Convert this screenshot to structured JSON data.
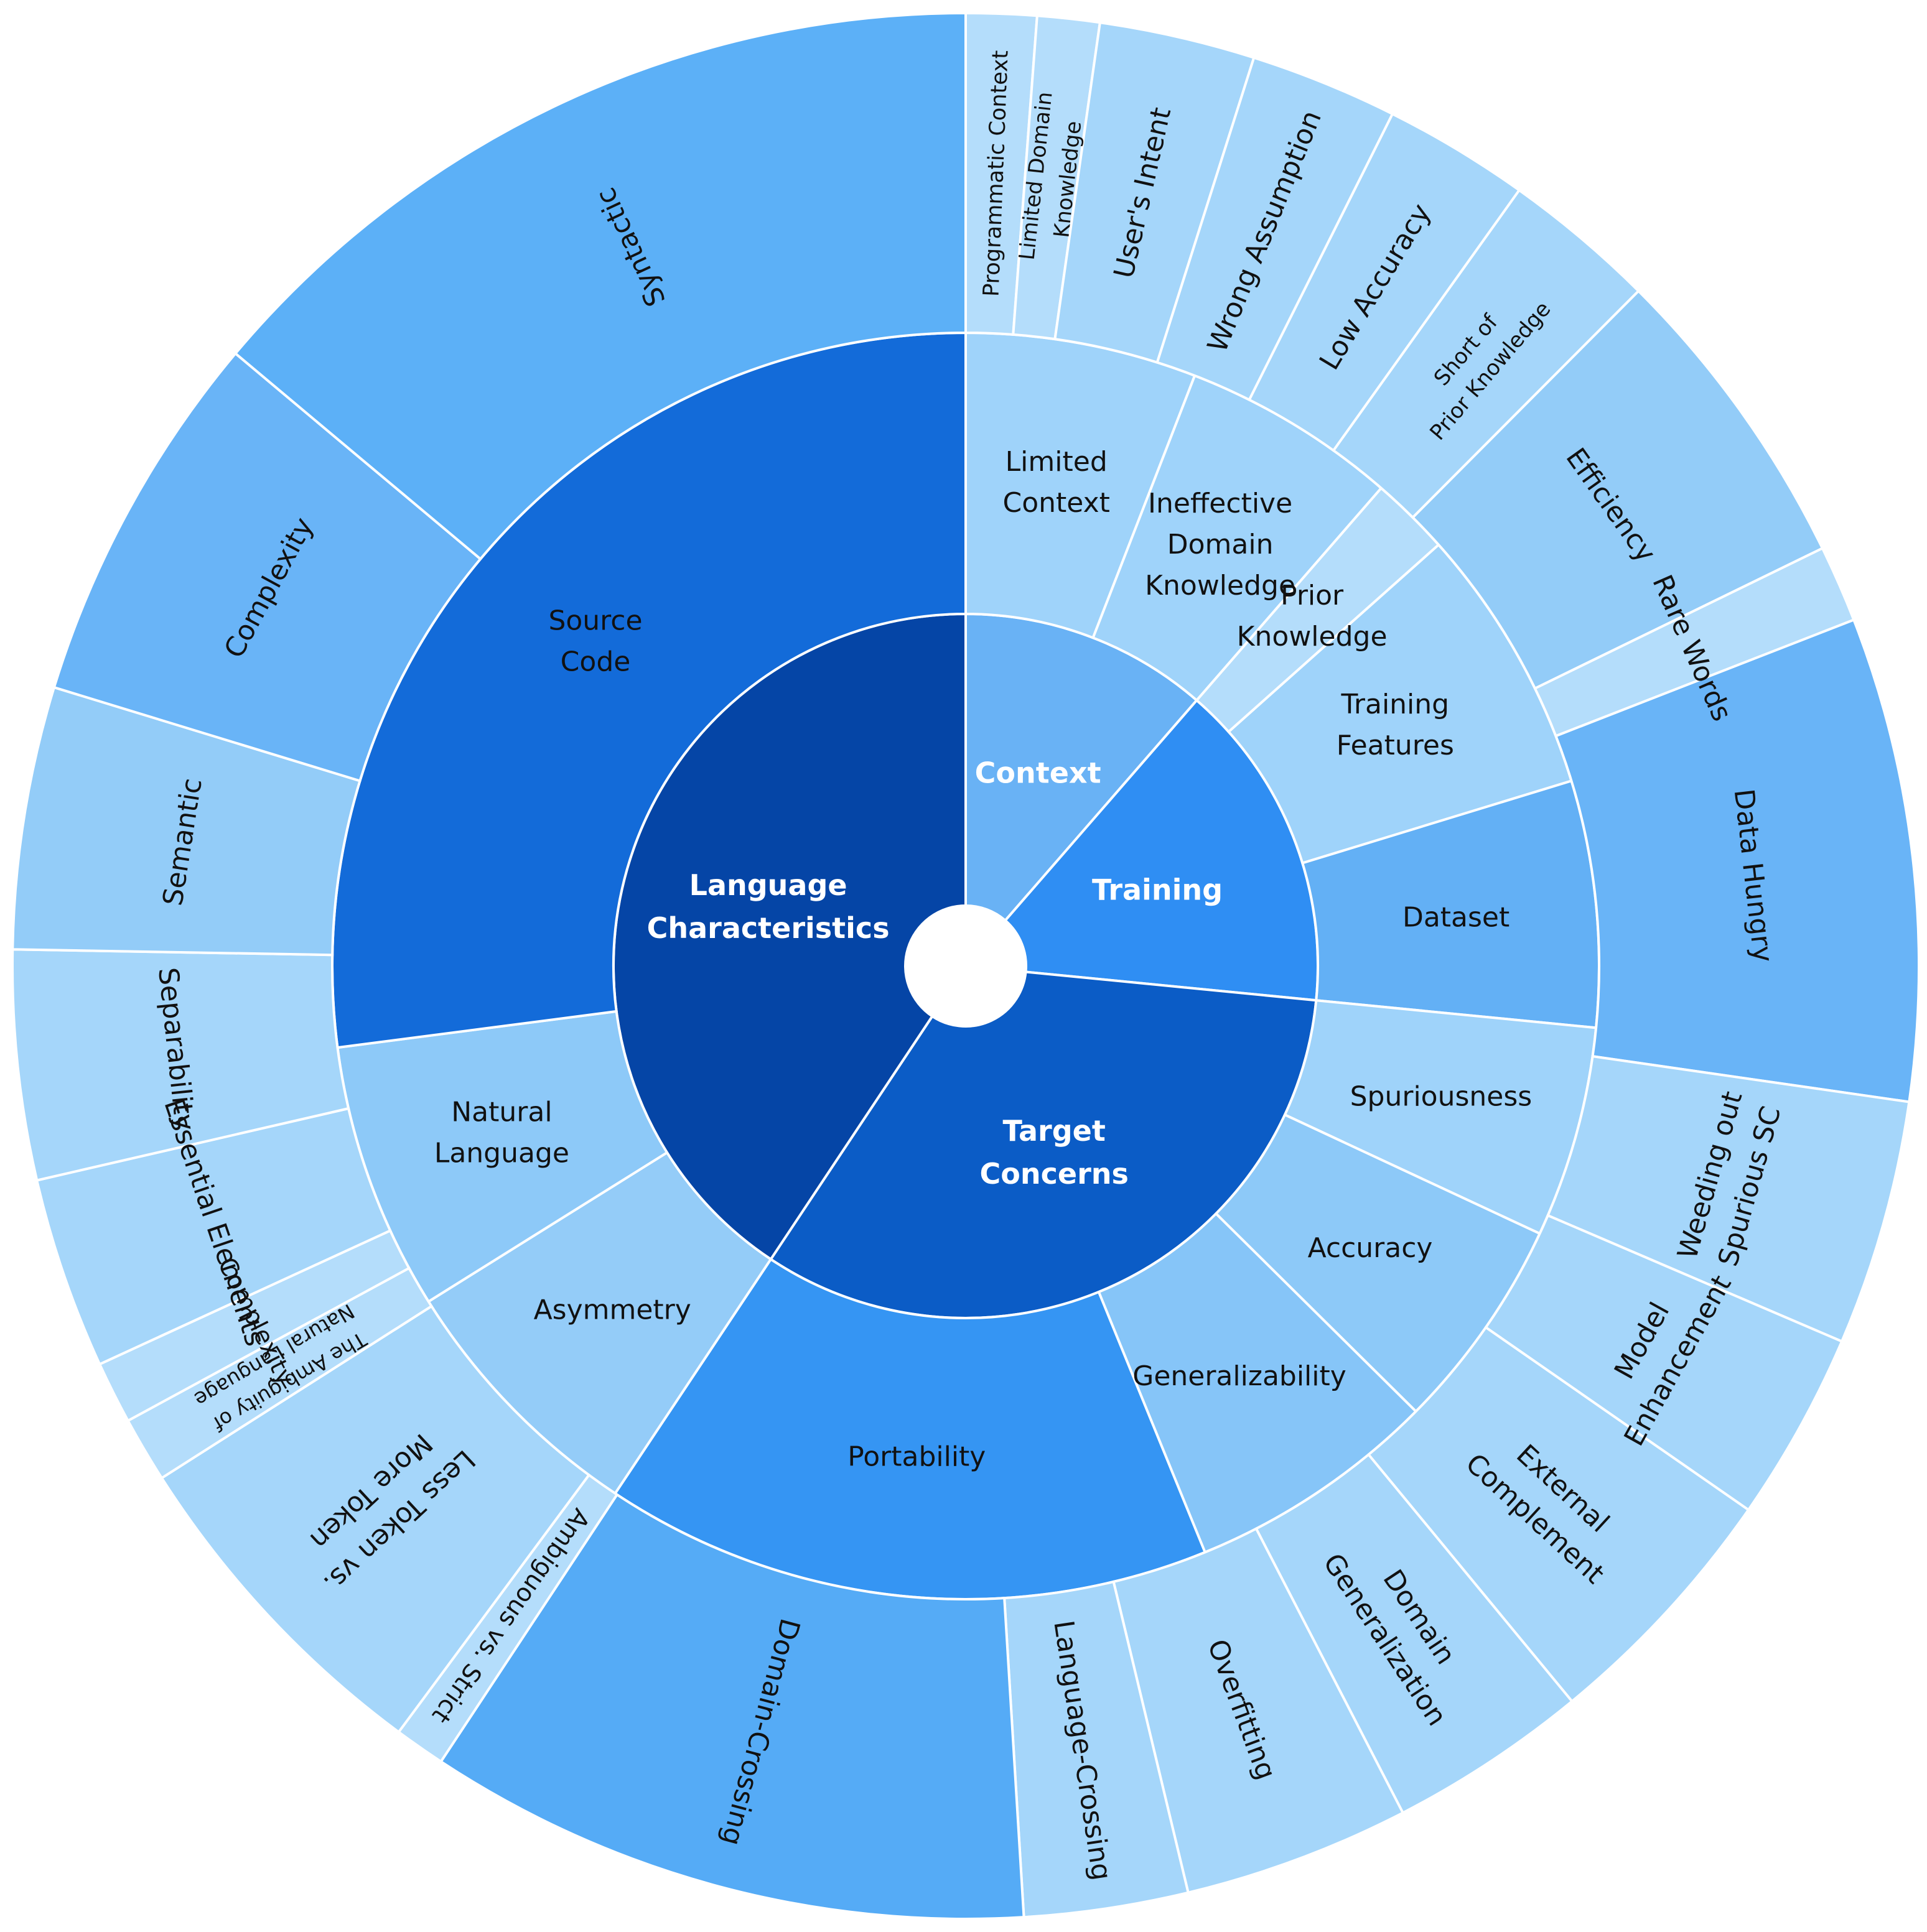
{
  "chart_data": {
    "type": "sunburst",
    "rings": [
      {
        "name": "inner",
        "segments": [
          {
            "label": "Context",
            "start": 0.0,
            "end": 41.0,
            "color": "#69B2F5",
            "text_color": "#FFFFFF"
          },
          {
            "label": "Training",
            "start": 41.0,
            "end": 95.6,
            "color": "#2F8EF3",
            "text_color": "#FFFFFF"
          },
          {
            "label": "Target Concerns",
            "start": 95.6,
            "end": 213.6,
            "color": "#0B5CC6",
            "text_color": "#FFFFFF"
          },
          {
            "label": "Language Characteristics",
            "start": 213.6,
            "end": 360.0,
            "color": "#0545A6",
            "text_color": "#FFFFFF"
          }
        ]
      },
      {
        "name": "middle",
        "segments": [
          {
            "label": "Limited Context",
            "start": 0.0,
            "end": 21.2,
            "color": "#9FD3FA"
          },
          {
            "label": "Ineffective Domain Knowledge",
            "start": 21.2,
            "end": 41.0,
            "color": "#9FD3FA"
          },
          {
            "label": "Prior Knowledge",
            "start": 41.0,
            "end": 48.3,
            "color": "#B4DDFB"
          },
          {
            "label": "Training Features",
            "start": 48.3,
            "end": 73.0,
            "color": "#9FD3FA"
          },
          {
            "label": "Dataset",
            "start": 73.0,
            "end": 95.6,
            "color": "#63B0F5"
          },
          {
            "label": "Spuriousness",
            "start": 95.6,
            "end": 115.0,
            "color": "#9FD3FA"
          },
          {
            "label": "Accuracy",
            "start": 115.0,
            "end": 134.7,
            "color": "#8DC9F8"
          },
          {
            "label": "Generalizability",
            "start": 134.7,
            "end": 157.8,
            "color": "#86C5F8"
          },
          {
            "label": "Portability",
            "start": 157.8,
            "end": 213.6,
            "color": "#3595F3"
          },
          {
            "label": "Asymmetry",
            "start": 213.6,
            "end": 238.0,
            "color": "#94CCF8"
          },
          {
            "label": "Natural Language",
            "start": 238.0,
            "end": 262.6,
            "color": "#8DC9F8"
          },
          {
            "label": "Source Code",
            "start": 262.6,
            "end": 360.0,
            "color": "#136BD9"
          }
        ]
      },
      {
        "name": "outer",
        "segments": [
          {
            "label": "Programmatic Context",
            "start": 0.0,
            "end": 4.3,
            "color": "#B4DDFB"
          },
          {
            "label": "Limited Domain Knowledge",
            "start": 4.3,
            "end": 8.1,
            "color": "#B4DDFB"
          },
          {
            "label": "User's Intent",
            "start": 8.1,
            "end": 17.6,
            "color": "#A5D6FA"
          },
          {
            "label": "Wrong Assumption",
            "start": 17.6,
            "end": 26.6,
            "color": "#A5D6FA"
          },
          {
            "label": "Low Accuracy",
            "start": 26.6,
            "end": 35.5,
            "color": "#A5D6FA"
          },
          {
            "label": "Short of Prior Knowledge",
            "start": 35.5,
            "end": 44.9,
            "color": "#A5D6FA"
          },
          {
            "label": "Efficiency",
            "start": 44.9,
            "end": 64.0,
            "color": "#93CCF8"
          },
          {
            "label": "Rare Words",
            "start": 64.0,
            "end": 68.7,
            "color": "#B4DDFB"
          },
          {
            "label": "Data Hungry",
            "start": 68.7,
            "end": 98.2,
            "color": "#69B4F7"
          },
          {
            "label": "Weeding out Spurious SC",
            "start": 98.2,
            "end": 113.2,
            "color": "#A5D6FA"
          },
          {
            "label": "Model Enhancement",
            "start": 113.2,
            "end": 124.8,
            "color": "#A5D6FA"
          },
          {
            "label": "External Complement",
            "start": 124.8,
            "end": 140.5,
            "color": "#A5D6FA"
          },
          {
            "label": "Domain Generalization",
            "start": 140.5,
            "end": 152.7,
            "color": "#A5D6FA"
          },
          {
            "label": "Overfitting",
            "start": 152.7,
            "end": 166.5,
            "color": "#A5D6FA"
          },
          {
            "label": "Language-Crossing",
            "start": 166.5,
            "end": 176.5,
            "color": "#A5D6FA"
          },
          {
            "label": "Domain-Crossing",
            "start": 176.5,
            "end": 213.4,
            "color": "#55ABF6"
          },
          {
            "label": "Ambiguous vs. Strict",
            "start": 213.4,
            "end": 216.5,
            "color": "#B4DDFB"
          },
          {
            "label": "Less Token vs. More Token",
            "start": 216.5,
            "end": 237.5,
            "color": "#A5D6FA"
          },
          {
            "label": "The Ambiguity of Natural Language",
            "start": 237.5,
            "end": 241.5,
            "color": "#B4DDFB"
          },
          {
            "label": "Complexity",
            "start": 241.5,
            "end": 245.3,
            "color": "#B4DDFB"
          },
          {
            "label": "Essential Elements",
            "start": 245.3,
            "end": 257.0,
            "color": "#A5D6FA"
          },
          {
            "label": "Separability",
            "start": 257.0,
            "end": 271.0,
            "color": "#A5D6FA"
          },
          {
            "label": "Semantic",
            "start": 271.0,
            "end": 287.0,
            "color": "#93CCF8"
          },
          {
            "label": "Complexity",
            "start": 287.0,
            "end": 310.0,
            "color": "#69B4F7"
          },
          {
            "label": "Syntactic",
            "start": 310.0,
            "end": 360.0,
            "color": "#5CB0F7"
          }
        ]
      }
    ]
  }
}
